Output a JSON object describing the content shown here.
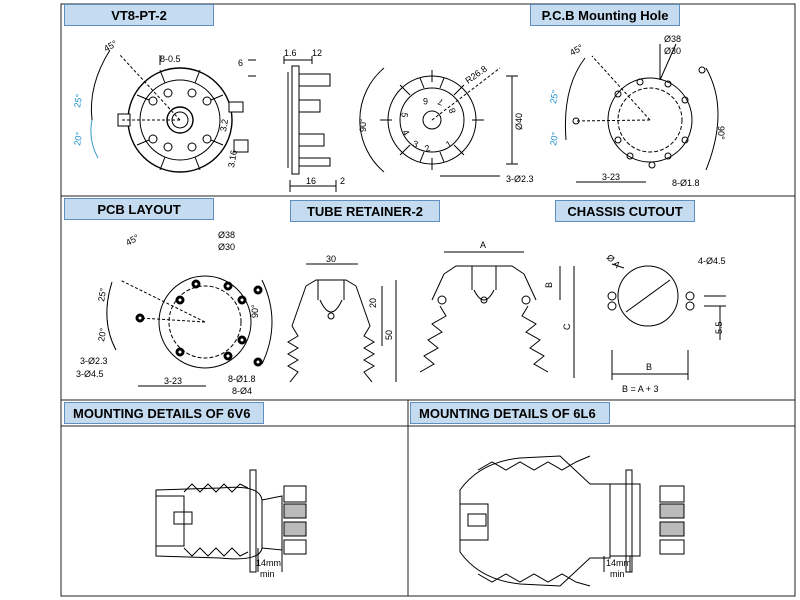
{
  "headers": {
    "vt8": "VT8-PT-2",
    "pcb_hole": "P.C.B Mounting Hole",
    "pcb_layout": "PCB LAYOUT",
    "tube_retainer": "TUBE RETAINER-2",
    "chassis_cutout": "CHASSIS CUTOUT",
    "mount_6v6": "MOUNTING DETAILS OF 6V6",
    "mount_6l6": "MOUNTING DETAILS OF 6L6"
  },
  "vt8_top": {
    "angle_45": "45°",
    "angle_25": "25°",
    "angle_20": "20°",
    "lug": "8-0.5",
    "dim_6": "6",
    "dim_3_2": "3.2",
    "dim_3_16": "3.16"
  },
  "vt8_side": {
    "dim_1_6": "1.6",
    "dim_12": "12",
    "dim_16": "16",
    "dim_2": "2"
  },
  "vt8_bottom": {
    "radius": "R26.8",
    "angle_90": "90°",
    "diameter": "Ø40",
    "holes": "3-Ø2.3",
    "pins": [
      "1",
      "2",
      "3",
      "4",
      "5",
      "6",
      "7",
      "8"
    ]
  },
  "pcb_hole": {
    "d38": "Ø38",
    "d30": "Ø30",
    "angle_45": "45°",
    "angle_25": "25°",
    "angle_20": "20°",
    "angle_90": "90°",
    "dim_3_23": "3-23",
    "pins_d": "8-Ø1.8"
  },
  "pcb_layout": {
    "d38": "Ø38",
    "d30": "Ø30",
    "angle_45": "45°",
    "angle_25": "25°",
    "angle_20": "20°",
    "angle_90": "90°",
    "holes_23": "3-Ø2.3",
    "holes_45": "3-Ø4.5",
    "dim_3_23": "3-23",
    "pins_18": "8-Ø1.8",
    "pins_4": "8-Ø4"
  },
  "retainer_left": {
    "dim_30": "30",
    "dim_20": "20",
    "dim_50": "50"
  },
  "retainer_right": {
    "dim_a": "A",
    "dim_b": "B",
    "dim_c": "C"
  },
  "chassis": {
    "dia_a": "Ø A",
    "holes": "4-Ø4.5",
    "dim_5_5": "5.5",
    "dim_b": "B",
    "formula": "B = A + 3"
  },
  "mount_6v6": {
    "min_len": "14mm",
    "min_word": "min"
  },
  "mount_6l6": {
    "min_len": "14mm",
    "min_word": "min"
  }
}
